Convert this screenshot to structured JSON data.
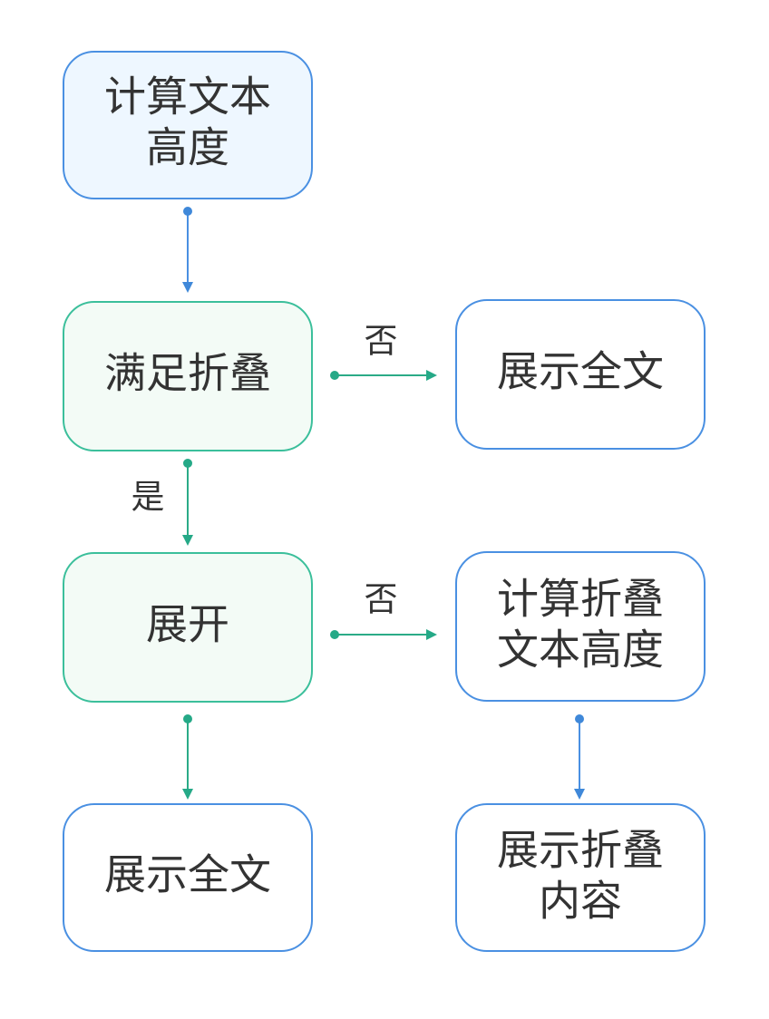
{
  "nodes": {
    "calc_text_height": [
      "计算文本",
      "高度"
    ],
    "meets_fold": [
      "满足折叠"
    ],
    "show_full_text_right": [
      "展示全文"
    ],
    "expand": [
      "展开"
    ],
    "calc_fold_text_height": [
      "计算折叠",
      "文本高度"
    ],
    "show_full_text_bottom": [
      "展示全文"
    ],
    "show_folded_content": [
      "展示折叠",
      "内容"
    ]
  },
  "edge_labels": {
    "meets_fold_no": "否",
    "meets_fold_yes": "是",
    "expand_no": "否"
  },
  "colors": {
    "blue": "#4a90e2",
    "green": "#3bbf9b",
    "blue_fill": "#eef7ff",
    "green_fill": "#f3fbf6"
  }
}
